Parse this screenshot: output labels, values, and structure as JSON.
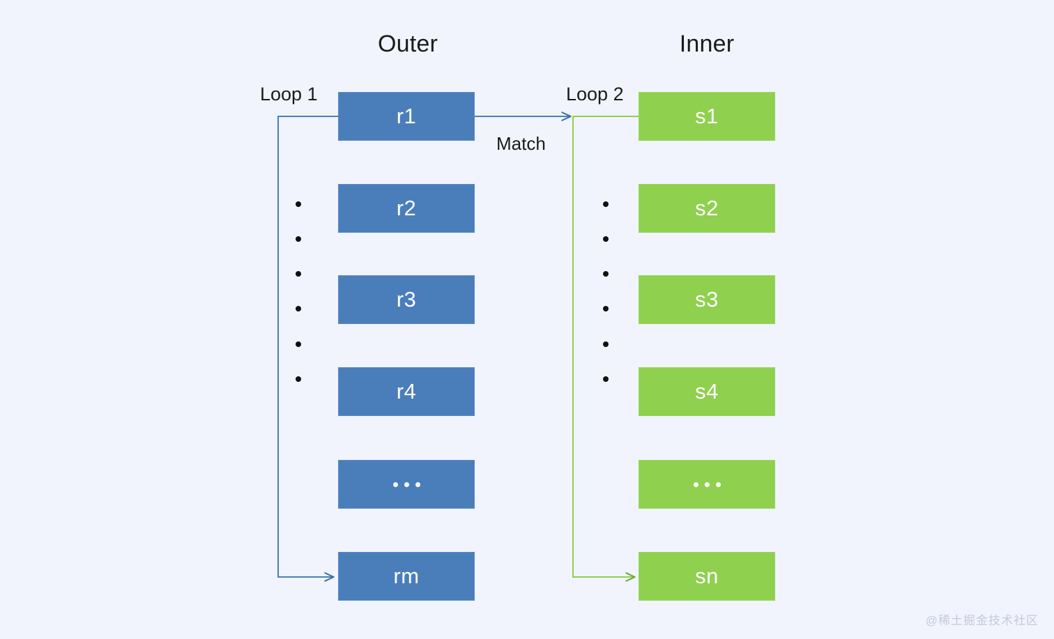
{
  "diagram": {
    "title_outer": "Outer",
    "title_inner": "Inner",
    "background_color": "#f1f4fc",
    "outer_color": "#4a7ebb",
    "inner_color": "#8fd04f",
    "outer_line_color": "#4a7ebb",
    "inner_line_color": "#8fd04f",
    "labels": {
      "loop1": "Loop 1",
      "loop2": "Loop 2",
      "match": "Match"
    },
    "outer_nodes": [
      {
        "label": "r1"
      },
      {
        "label": "r2"
      },
      {
        "label": "r3"
      },
      {
        "label": "r4"
      },
      {
        "label": "..."
      },
      {
        "label": "rm"
      }
    ],
    "inner_nodes": [
      {
        "label": "s1"
      },
      {
        "label": "s2"
      },
      {
        "label": "s3"
      },
      {
        "label": "s4"
      },
      {
        "label": "..."
      },
      {
        "label": "sn"
      }
    ],
    "outer_vertical_dots_count": 6,
    "inner_vertical_dots_count": 6,
    "watermark": "@稀土掘金技术社区"
  }
}
